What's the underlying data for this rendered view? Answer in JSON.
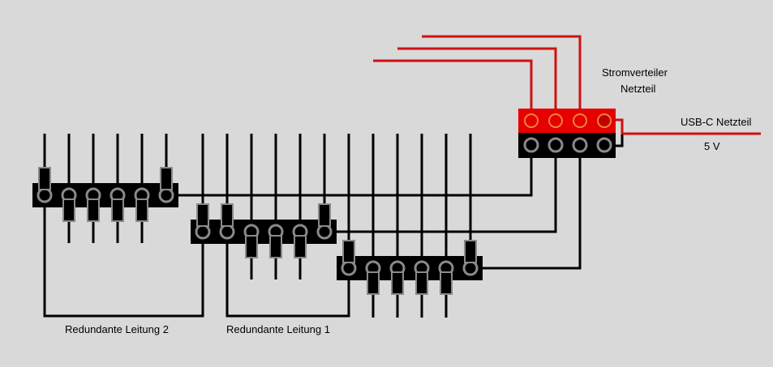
{
  "labels": {
    "distributor_line1": "Stromverteiler",
    "distributor_line2": "Netzteil",
    "usb_supply": "USB-C Netzteil",
    "voltage": "5 V",
    "redundant_2": "Redundante Leitung 2",
    "redundant_1": "Redundante Leitung 1"
  },
  "colors": {
    "background": "#d9d9d9",
    "wire_black": "#000000",
    "wire_red": "#d01010",
    "distributor_red": "#e60000",
    "ring": "#8a8a8a",
    "ring_red": "#f08040"
  },
  "distributor": {
    "red_ports": 4,
    "black_ports": 4
  },
  "terminal_blocks": [
    {
      "name": "block-1",
      "ports": 6,
      "plugs_top": [
        0,
        5
      ],
      "plugs_bottom": [
        1,
        2,
        3,
        4
      ]
    },
    {
      "name": "block-2",
      "ports": 6,
      "plugs_top": [
        0,
        1,
        5
      ],
      "plugs_bottom": [
        2,
        3,
        4
      ]
    },
    {
      "name": "block-3",
      "ports": 6,
      "plugs_top": [
        0,
        5
      ],
      "plugs_bottom": [
        1,
        2,
        3,
        4
      ]
    }
  ]
}
